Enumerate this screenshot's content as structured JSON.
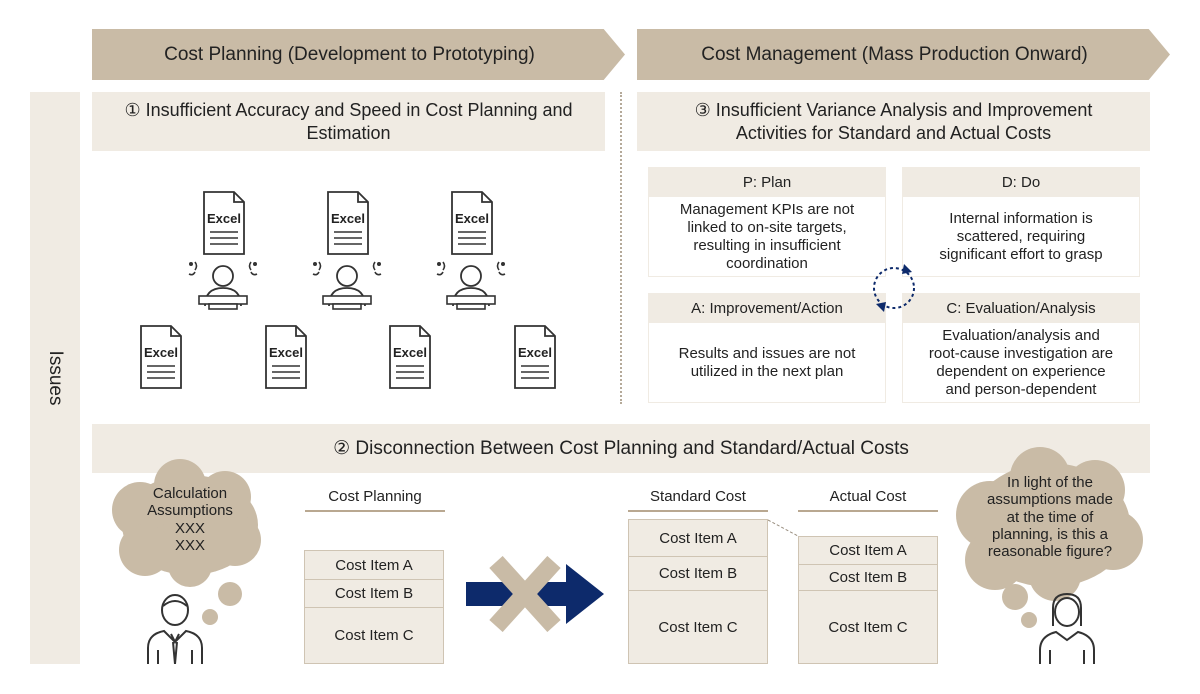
{
  "headers": {
    "left": "Cost Planning (Development to Prototyping)",
    "right": "Cost Management (Mass Production Onward)"
  },
  "issues_label": "Issues",
  "issue1": {
    "line1": "① Insufficient Accuracy and Speed in Cost Planning and",
    "line2": "Estimation"
  },
  "issue3": {
    "line1": "③ Insufficient Variance Analysis and Improvement",
    "line2": "Activities for Standard and Actual Costs"
  },
  "issue2": "② Disconnection Between Cost Planning and Standard/Actual Costs",
  "excel_label": "Excel",
  "pdca": {
    "plan": {
      "title": "P: Plan",
      "lines": [
        "Management KPIs are not",
        "linked to on-site targets,",
        "resulting in insufficient",
        "coordination"
      ]
    },
    "do": {
      "title": "D: Do",
      "lines": [
        "Internal information is",
        "scattered, requiring",
        "significant effort to grasp"
      ]
    },
    "act": {
      "title": "A: Improvement/Action",
      "lines": [
        "Results and issues are not",
        "utilized in the next plan"
      ]
    },
    "check": {
      "title": "C: Evaluation/Analysis",
      "lines": [
        "Evaluation/analysis and",
        "root-cause investigation are",
        "dependent on experience",
        "and person-dependent"
      ]
    }
  },
  "cloud_left": [
    "Calculation",
    "Assumptions",
    "XXX",
    "XXX"
  ],
  "cloud_right": [
    "In light of the",
    "assumptions made",
    "at the time of",
    "planning, is this a",
    "reasonable figure?"
  ],
  "columns": {
    "planning": "Cost Planning",
    "standard": "Standard Cost",
    "actual": "Actual Cost"
  },
  "cost_items": [
    "Cost Item A",
    "Cost Item B",
    "Cost Item C"
  ],
  "colors": {
    "beige": "#c9bba6",
    "light": "#f0ebe3",
    "navy": "#0d2a6b"
  }
}
